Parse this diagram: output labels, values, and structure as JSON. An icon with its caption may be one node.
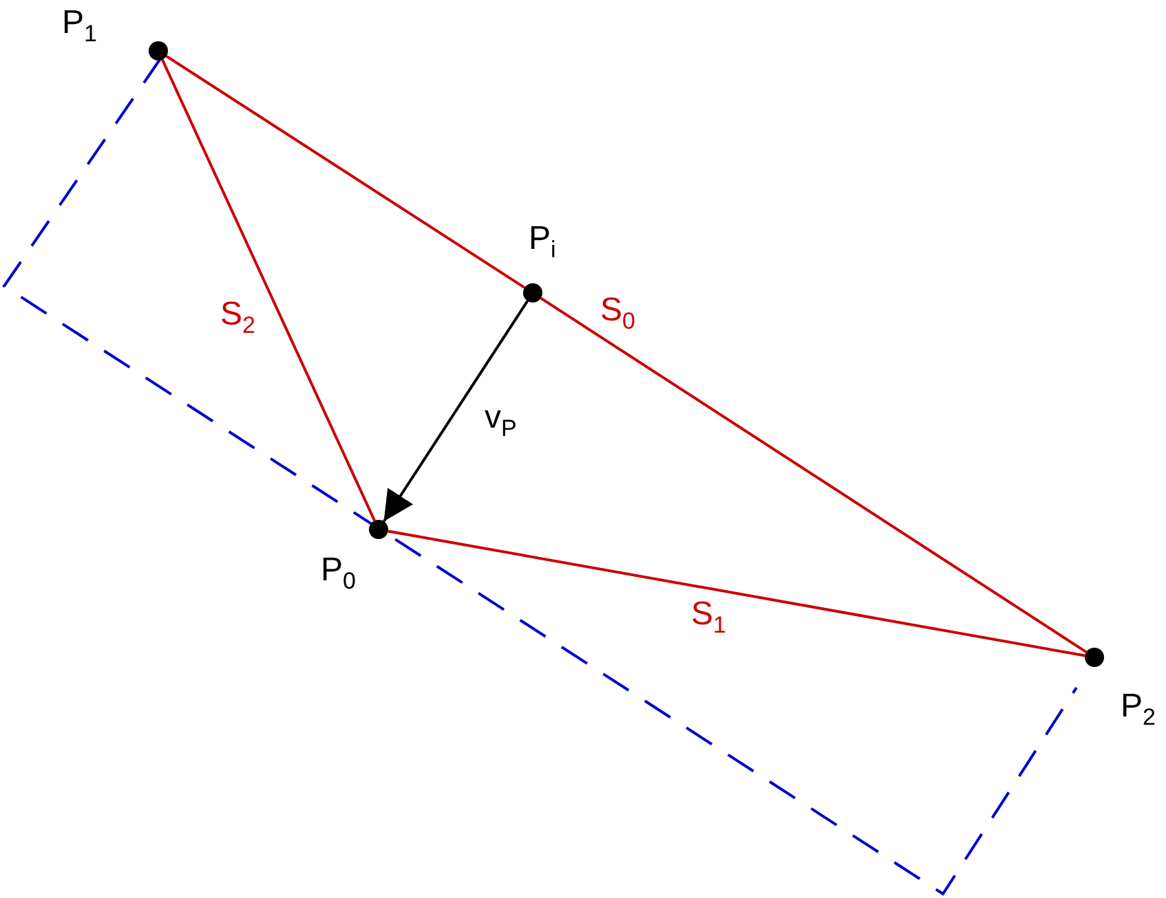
{
  "diagram": {
    "nodes": [
      {
        "text": [
          "P$_{1}$"
        ]
      },
      {
        "text": [
          "P$_{i}$"
        ]
      },
      {
        "text": [
          "P$_{0}$"
        ]
      },
      {
        "text": [
          "P$_{2}$"
        ]
      }
    ],
    "edges": [
      {
        "from": 0,
        "to": 1,
        "arrow": "none"
      },
      {
        "from": 1,
        "to": 3,
        "arrow": "none",
        "label": "S$_{0}$"
      },
      {
        "from": 2,
        "to": 3,
        "arrow": "none",
        "label": "S$_{1}$"
      },
      {
        "from": 0,
        "to": 2,
        "arrow": "none",
        "label": "S$_{2}$"
      },
      {
        "from": 1,
        "to": 2,
        "arrow": "to",
        "label": "v$_{P}$",
        "color": "#000000"
      }
    ]
  }
}
